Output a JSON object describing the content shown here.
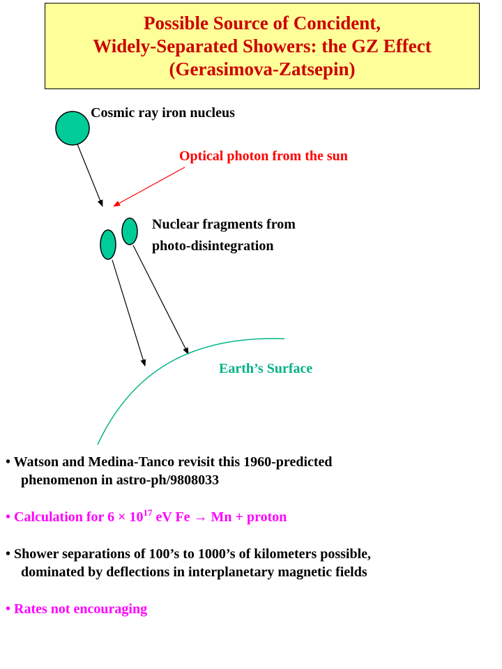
{
  "title": {
    "line1": "Possible Source of Concident,",
    "line2": "Widely-Separated Showers: the GZ Effect",
    "line3": "(Gerasimova-Zatsepin)"
  },
  "diagram": {
    "nucleus_label": "Cosmic ray iron nucleus",
    "photon_label": "Optical photon from the sun",
    "fragments_label_line1": "Nuclear fragments from",
    "fragments_label_line2": "photo-disintegration",
    "earth_label": "Earth’s Surface"
  },
  "bullets": {
    "b1_line1": "• Watson and Medina-Tanco revisit this 1960-predicted",
    "b1_line2": "phenomenon in astro-ph/9808033",
    "b2_pre": "• Calculation for 6 × 10",
    "b2_exp": "17",
    "b2_mid": " eV Fe ",
    "b2_arrow": "→",
    "b2_post": " Mn + proton",
    "b3_line1": "• Shower separations of 100’s to 1000’s of kilometers possible,",
    "b3_line2": "dominated by deflections in interplanetary magnetic fields",
    "b4": "• Rates not encouraging"
  },
  "colors": {
    "title_text": "#cc0000",
    "title_bg": "#ffff99",
    "nucleus_fill": "#00cc99",
    "photon": "#ff0000",
    "earth": "#00b386",
    "highlight": "#ff00ff"
  }
}
